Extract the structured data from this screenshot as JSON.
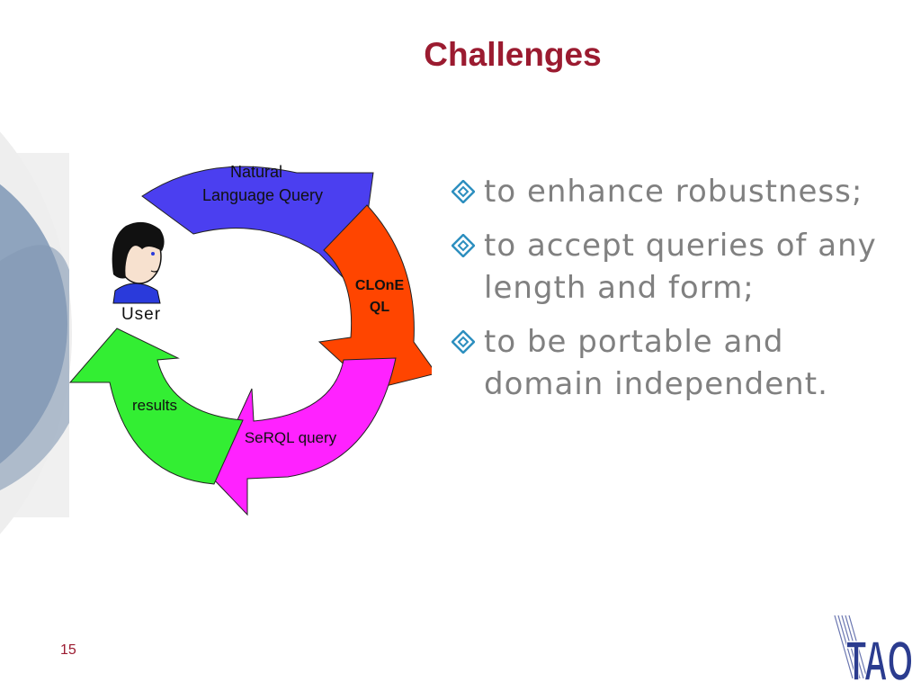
{
  "slide": {
    "title": "Challenges",
    "page_number": "15"
  },
  "diagram": {
    "user_label": "User",
    "arrows": {
      "natural_language_query": [
        "Natural",
        "Language Query"
      ],
      "clone_ql": [
        "CLOnE",
        "QL"
      ],
      "serql_query": "SeRQL query",
      "results": "results"
    },
    "colors": {
      "natural_language_query": "#4b3ff0",
      "clone_ql": "#ff4500",
      "serql_query": "#ff22ff",
      "results": "#33ee33"
    },
    "icons": [
      "user-avatar-icon"
    ]
  },
  "bullets": [
    "to enhance robustness;",
    "to accept queries of any length and form;",
    "to be portable and domain independent."
  ],
  "bullet_icon": "diamond-bullet-icon",
  "logo": {
    "text": "TAO"
  },
  "colors": {
    "title": "#9b1b30",
    "bullet_text": "#808080",
    "bullet_icon": "#2d8fbf",
    "decor_circle": "#8fa4be"
  }
}
